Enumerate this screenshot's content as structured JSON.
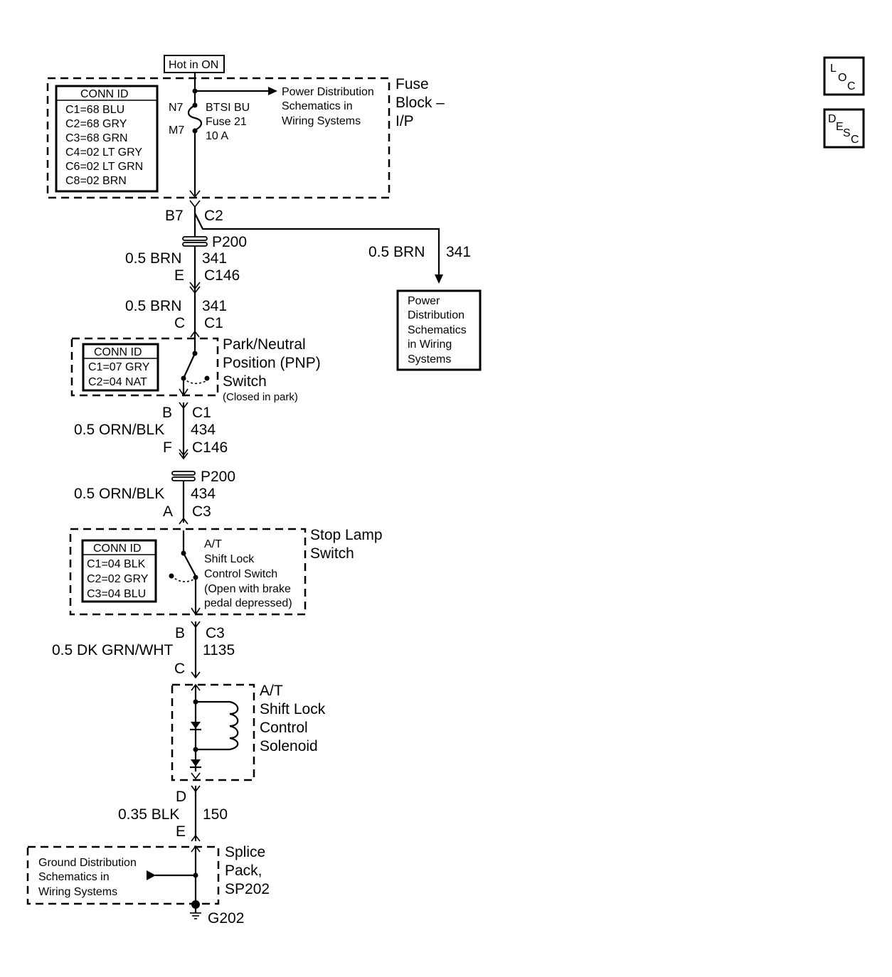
{
  "top": {
    "hot_label": "Hot in ON"
  },
  "fuse_block": {
    "conn_title": "CONN ID",
    "conn_items": [
      "C1=68 BLU",
      "C2=68 GRY",
      "C3=68 GRN",
      "C4=02 LT GRY",
      "C6=02 LT GRN",
      "C8=02 BRN"
    ],
    "name_lines": [
      "Fuse",
      "Block –",
      "I/P"
    ],
    "pin_top": "N7",
    "pin_bottom": "M7",
    "fuse_lines": [
      "BTSI BU",
      "Fuse 21",
      "10 A"
    ],
    "ref_lines": [
      "Power Distribution",
      "Schematics in",
      "Wiring Systems"
    ]
  },
  "conn_b7": {
    "left": "B7",
    "right": "C2"
  },
  "p200_a": "P200",
  "wire_341_a": {
    "size": "0.5 BRN",
    "circuit": "341"
  },
  "conn_e": {
    "left": "E",
    "right": "C146"
  },
  "branch": {
    "size": "0.5 BRN",
    "circuit": "341",
    "box_lines": [
      "Power",
      "Distribution",
      "Schematics",
      "in Wiring",
      "Systems"
    ]
  },
  "wire_341_b": {
    "size": "0.5 BRN",
    "circuit": "341"
  },
  "conn_c": {
    "left": "C",
    "right": "C1"
  },
  "pnp": {
    "conn_title": "CONN ID",
    "conn_items": [
      "C1=07 GRY",
      "C2=04 NAT"
    ],
    "name_lines": [
      "Park/Neutral",
      "Position (PNP)",
      "Switch"
    ],
    "note": "(Closed in park)"
  },
  "conn_b": {
    "left": "B",
    "right": "C1"
  },
  "wire_434_a": {
    "size": "0.5 ORN/BLK",
    "circuit": "434"
  },
  "conn_f": {
    "left": "F",
    "right": "C146"
  },
  "p200_b": "P200",
  "wire_434_b": {
    "size": "0.5 ORN/BLK",
    "circuit": "434"
  },
  "conn_a": {
    "left": "A",
    "right": "C3"
  },
  "stop_lamp": {
    "conn_title": "CONN ID",
    "conn_items": [
      "C1=04 BLK",
      "C2=02 GRY",
      "C3=04 BLU"
    ],
    "name_lines": [
      "Stop Lamp",
      "Switch"
    ],
    "switch_lines": [
      "A/T",
      "Shift Lock",
      "Control Switch",
      "(Open with brake",
      "pedal depressed)"
    ]
  },
  "conn_b2": {
    "left": "B",
    "right": "C3"
  },
  "wire_1135": {
    "size": "0.5 DK GRN/WHT",
    "circuit": "1135"
  },
  "conn_c2": {
    "left": "C"
  },
  "solenoid": {
    "name_lines": [
      "A/T",
      "Shift Lock",
      "Control",
      "Solenoid"
    ]
  },
  "conn_d": {
    "left": "D"
  },
  "wire_150": {
    "size": "0.35 BLK",
    "circuit": "150"
  },
  "conn_e2": {
    "left": "E"
  },
  "splice": {
    "name_lines": [
      "Splice",
      "Pack,",
      "SP202"
    ],
    "ref_lines": [
      "Ground Distribution",
      "Schematics in",
      "Wiring Systems"
    ]
  },
  "ground": "G202",
  "loc_icon": {
    "letters": [
      "L",
      "O",
      "C"
    ]
  },
  "desc_icon": {
    "letters": [
      "D",
      "E",
      "S",
      "C"
    ]
  }
}
